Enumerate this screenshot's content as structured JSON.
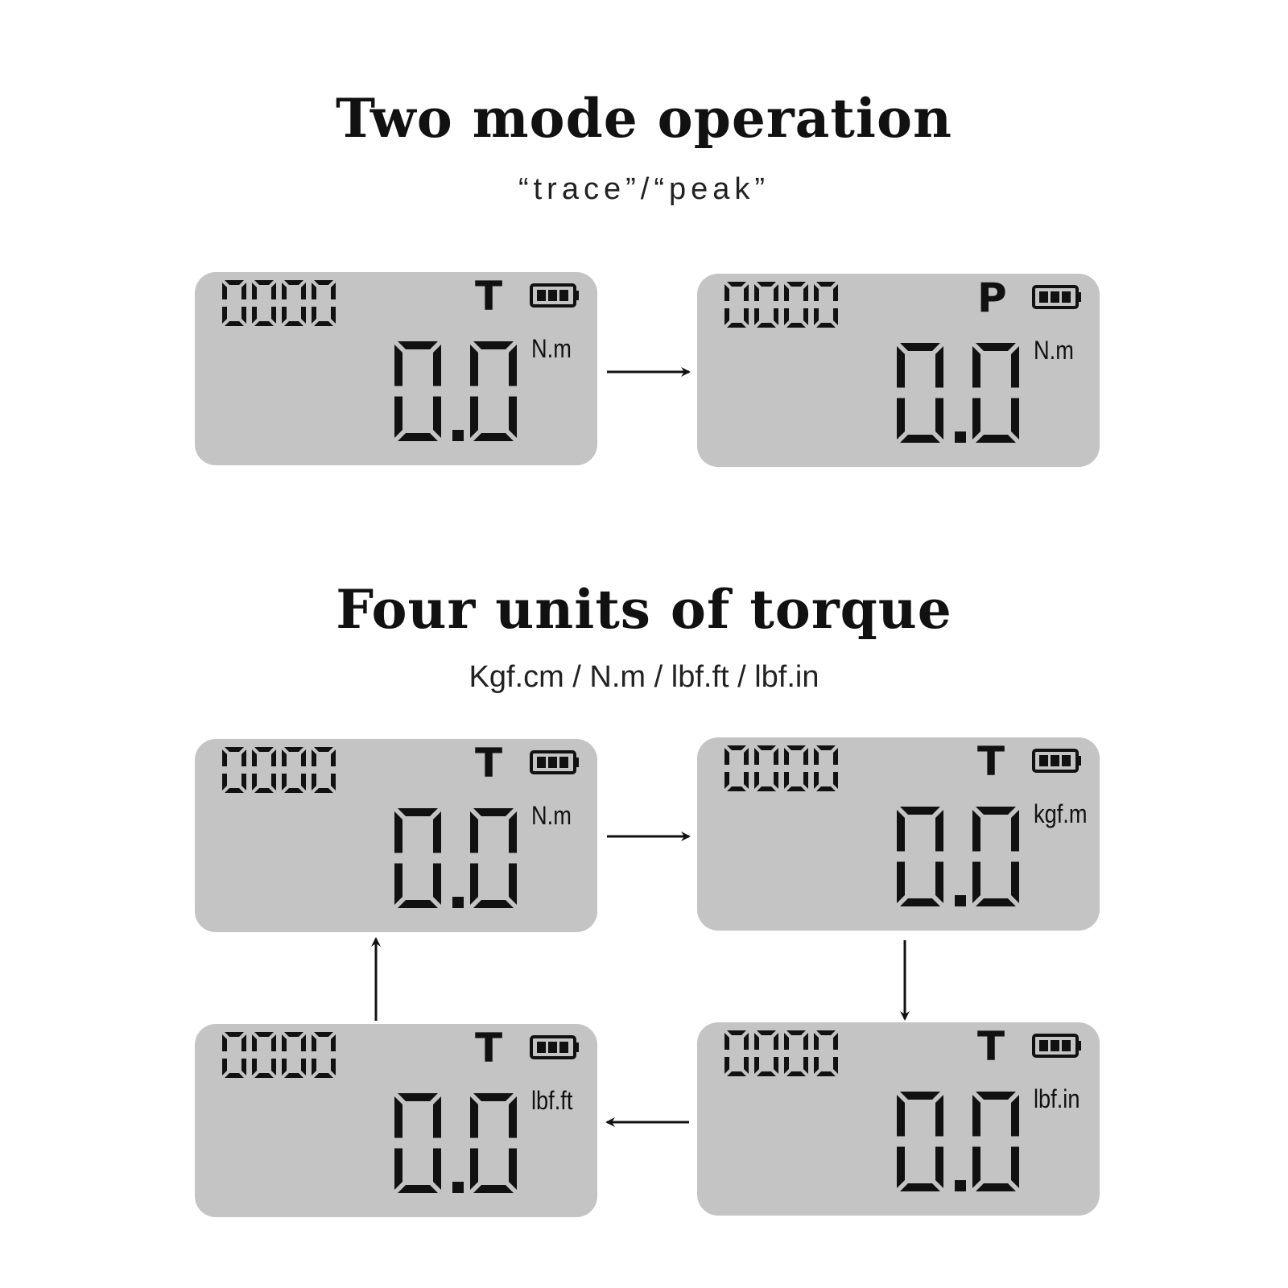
{
  "section1": {
    "title": "Two mode operation",
    "subtitle": "“trace”/“peak”",
    "displays": [
      {
        "counter": "0000",
        "mode": "T",
        "value": "0.0",
        "unit": "N.m"
      },
      {
        "counter": "0000",
        "mode": "P",
        "value": "0.0",
        "unit": "N.m"
      }
    ]
  },
  "section2": {
    "title": "Four units of torque",
    "subtitle": "Kgf.cm / N.m / lbf.ft / lbf.in",
    "displays": [
      {
        "counter": "0000",
        "mode": "T",
        "value": "0.0",
        "unit": "N.m"
      },
      {
        "counter": "0000",
        "mode": "T",
        "value": "0.0",
        "unit": "kgf.m"
      },
      {
        "counter": "0000",
        "mode": "T",
        "value": "0.0",
        "unit": "lbf.ft"
      },
      {
        "counter": "0000",
        "mode": "T",
        "value": "0.0",
        "unit": "lbf.in"
      }
    ]
  },
  "colors": {
    "lcd_background": "#c4c4c4",
    "segment": "#111111",
    "arrow": "#111111"
  },
  "icons": {
    "battery": "battery-full-icon",
    "arrow": "arrow-icon"
  }
}
